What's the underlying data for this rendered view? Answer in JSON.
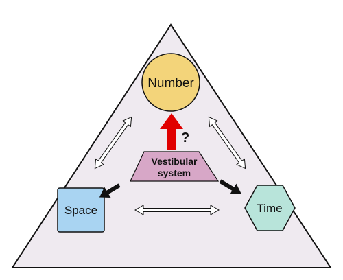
{
  "nodes": {
    "number": {
      "label": "Number",
      "color": "#F3D47A"
    },
    "space": {
      "label": "Space",
      "color": "#A9D4F2"
    },
    "time": {
      "label": "Time",
      "color": "#B8E4DA"
    },
    "vestibular": {
      "label_line1": "Vestibular",
      "label_line2": "system",
      "color": "#D7A7C7"
    }
  },
  "question_mark": "?",
  "colors": {
    "triangle_fill": "#EFEAF0",
    "outline": "#111111",
    "red_arrow": "#E00000"
  }
}
